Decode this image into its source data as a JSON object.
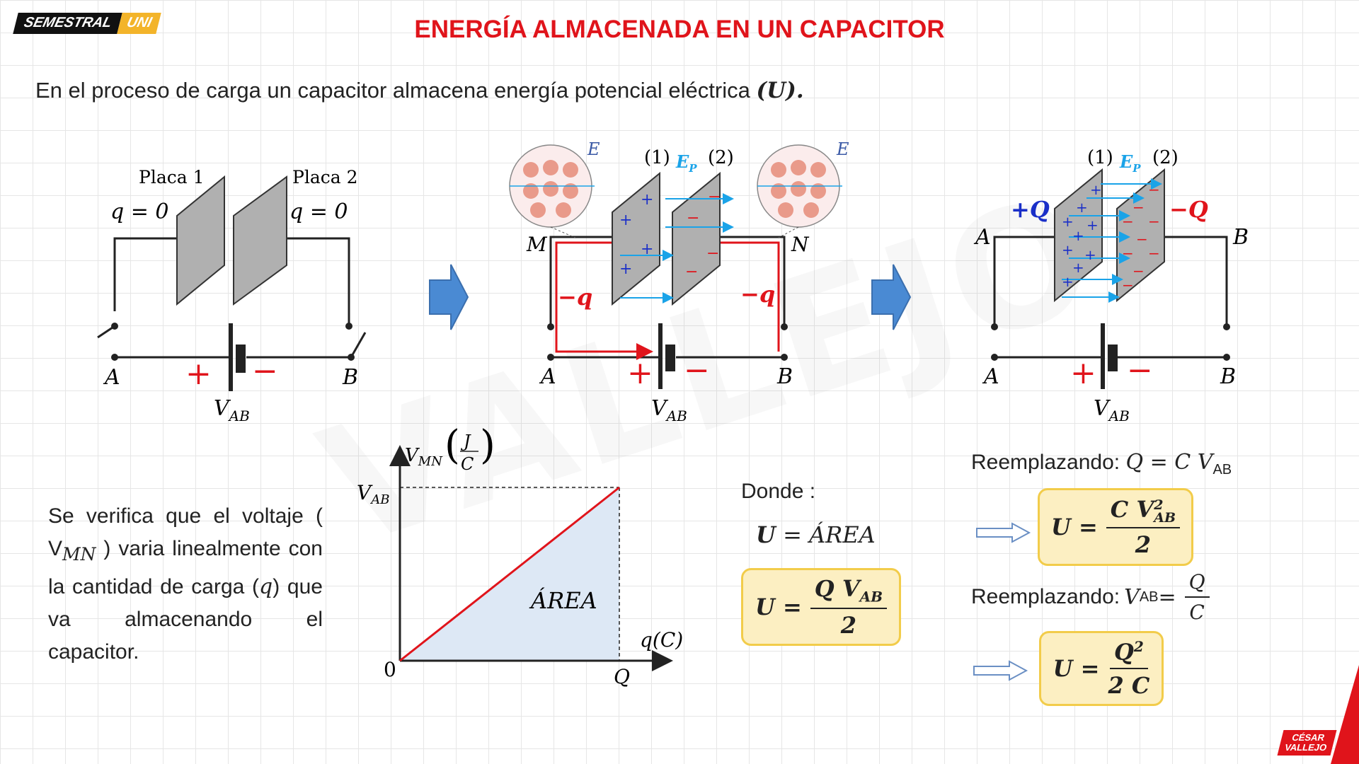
{
  "logo": {
    "part1": "SEMESTRAL",
    "part2": "UNI"
  },
  "title": "ENERGÍA ALMACENADA EN UN CAPACITOR",
  "intro": {
    "text": "En el proceso de carga un capacitor almacena energía potencial eléctrica ",
    "symbol": "(U)."
  },
  "watermark": "VALLEJO",
  "circuit1": {
    "plate1_label": "Placa 1",
    "plate2_label": "Placa 2",
    "q1": "q = 0",
    "q2": "q = 0",
    "node_a": "A",
    "node_b": "B",
    "plus": "+",
    "minus": "−",
    "voltage": "V",
    "voltage_sub": "AB"
  },
  "circuit2": {
    "e_label": "E",
    "ep": "E",
    "ep_sub": "P",
    "plate_1": "(1)",
    "plate_2": "(2)",
    "node_m": "M",
    "node_n": "N",
    "neg_q_left": "−q",
    "neg_q_right": "−q",
    "node_a": "A",
    "node_b": "B",
    "plus": "+",
    "minus": "−",
    "voltage": "V",
    "voltage_sub": "AB"
  },
  "circuit3": {
    "plate_1": "(1)",
    "plate_2": "(2)",
    "ep": "E",
    "ep_sub": "P",
    "pos_q": "+Q",
    "neg_q": "−Q",
    "node_a": "A",
    "node_b": "B",
    "plus": "+",
    "minus": "−",
    "voltage": "V",
    "voltage_sub": "AB"
  },
  "description": "Se verifica que el voltaje ( V",
  "description_sub": "MN",
  "description_rest": " ) varia linealmente con la cantidad de carga (",
  "description_q": "q",
  "description_end": ") que va almacenando el capacitor.",
  "graph": {
    "y_axis": "V",
    "y_axis_sub": "MN",
    "y_unit_num": "J",
    "y_unit_den": "C",
    "x_axis": "q(C)",
    "y_mark": "V",
    "y_mark_sub": "AB",
    "x_mark": "Q",
    "origin": "0",
    "area_label": "ÁREA"
  },
  "chart_data": {
    "type": "line",
    "series": [
      {
        "x": [
          0,
          1
        ],
        "y": [
          0,
          1
        ]
      }
    ],
    "xlabel": "q(C)",
    "ylabel": "V_MN (J/C)",
    "x_ticks": [
      "0",
      "Q"
    ],
    "y_ticks": [
      "V_AB"
    ],
    "annotations": [
      "ÁREA"
    ],
    "grid": false
  },
  "donde": "Donde :",
  "eq_area": {
    "lhs": "U",
    "eq": "=",
    "rhs": "ÁREA"
  },
  "box1": {
    "lhs": "U =",
    "num": "Q V",
    "num_sub": "AB",
    "den": "2"
  },
  "reemplazando1": {
    "label": "Reemplazando: ",
    "expr": "Q = C V",
    "sub": "AB"
  },
  "box2": {
    "lhs": "U =",
    "num": "C V",
    "num_sup": "2",
    "num_sub": "AB",
    "den": "2"
  },
  "reemplazando2": {
    "label": "Reemplazando: ",
    "expr": "V",
    "sub": "AB",
    "eq": " =",
    "num": "Q",
    "den": "C"
  },
  "box3": {
    "lhs": "U =",
    "num": "Q",
    "num_sup": "2",
    "den": "2 C"
  },
  "brand": {
    "line1": "CÉSAR",
    "line2": "VALLEJO"
  },
  "colors": {
    "title_red": "#e0141b",
    "box_fill": "#fcefc2",
    "box_border": "#f2cc4a",
    "area_fill": "#dde8f5",
    "arrow_blue": "#4a8ad3",
    "field_cyan": "#1aa3e8",
    "charge_blue": "#1a2fc8"
  }
}
